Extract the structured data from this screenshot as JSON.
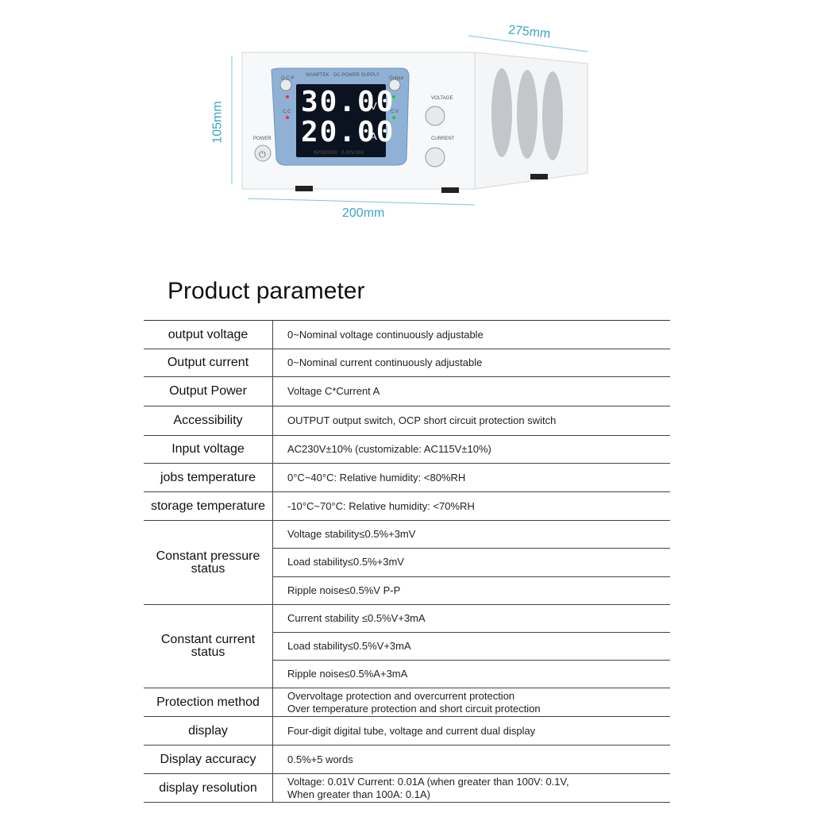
{
  "product_image": {
    "dimensions": {
      "depth": "275mm",
      "height": "105mm",
      "width": "200mm"
    },
    "front_panel": {
      "brand": "WANPTEK",
      "title": "DC POWER SUPPLY",
      "voltage_reading": "30.00",
      "voltage_unit": "V",
      "current_reading": "20.00",
      "current_unit": "A",
      "model": "KPS3020D",
      "range": "0-30V/20A",
      "ocp_label": "O.C.P",
      "output_label": "Output",
      "cc_label": "C.C",
      "cv_label": "C.V",
      "voltage_knob": "VOLTAGE",
      "current_knob": "CURRENT",
      "power_label": "POWER"
    }
  },
  "title": "Product parameter",
  "rows": [
    {
      "label": "output voltage",
      "values": [
        "0~Nominal voltage continuously adjustable"
      ]
    },
    {
      "label": "Output current",
      "values": [
        "0~Nominal current continuously adjustable"
      ]
    },
    {
      "label": "Output Power",
      "values": [
        "Voltage C*Current A"
      ]
    },
    {
      "label": "Accessibility",
      "values": [
        "OUTPUT output switch, OCP short circuit protection switch"
      ]
    },
    {
      "label": "Input voltage",
      "values": [
        "AC230V±10% (customizable: AC115V±10%)"
      ]
    },
    {
      "label": "jobs temperature",
      "values": [
        "0°C~40°C: Relative humidity: <80%RH"
      ]
    },
    {
      "label": "storage temperature",
      "values": [
        "-10°C~70°C: Relative humidity: <70%RH"
      ]
    },
    {
      "label": "Constant pressure status",
      "values": [
        "Voltage stability≤0.5%+3mV",
        "Load stability≤0.5%+3mV",
        "Ripple noise≤0.5%V P-P"
      ]
    },
    {
      "label": "Constant current status",
      "values": [
        "Current stability ≤0.5%V+3mA",
        "Load stability≤0.5%V+3mA",
        "Ripple noise≤0.5%A+3mA"
      ]
    },
    {
      "label": "Protection method",
      "values": [
        "Overvoltage protection and overcurrent protection",
        "Over temperature protection and short circuit protection"
      ],
      "multiline": true
    },
    {
      "label": "display",
      "values": [
        "Four-digit digital tube, voltage and current dual display"
      ]
    },
    {
      "label": "Display accuracy",
      "values": [
        "0.5%+5 words"
      ]
    },
    {
      "label": "display resolution",
      "values": [
        "Voltage: 0.01V Current: 0.01A (when greater than 100V: 0.1V,",
        "When greater than 100A: 0.1A)"
      ],
      "multiline": true
    }
  ]
}
